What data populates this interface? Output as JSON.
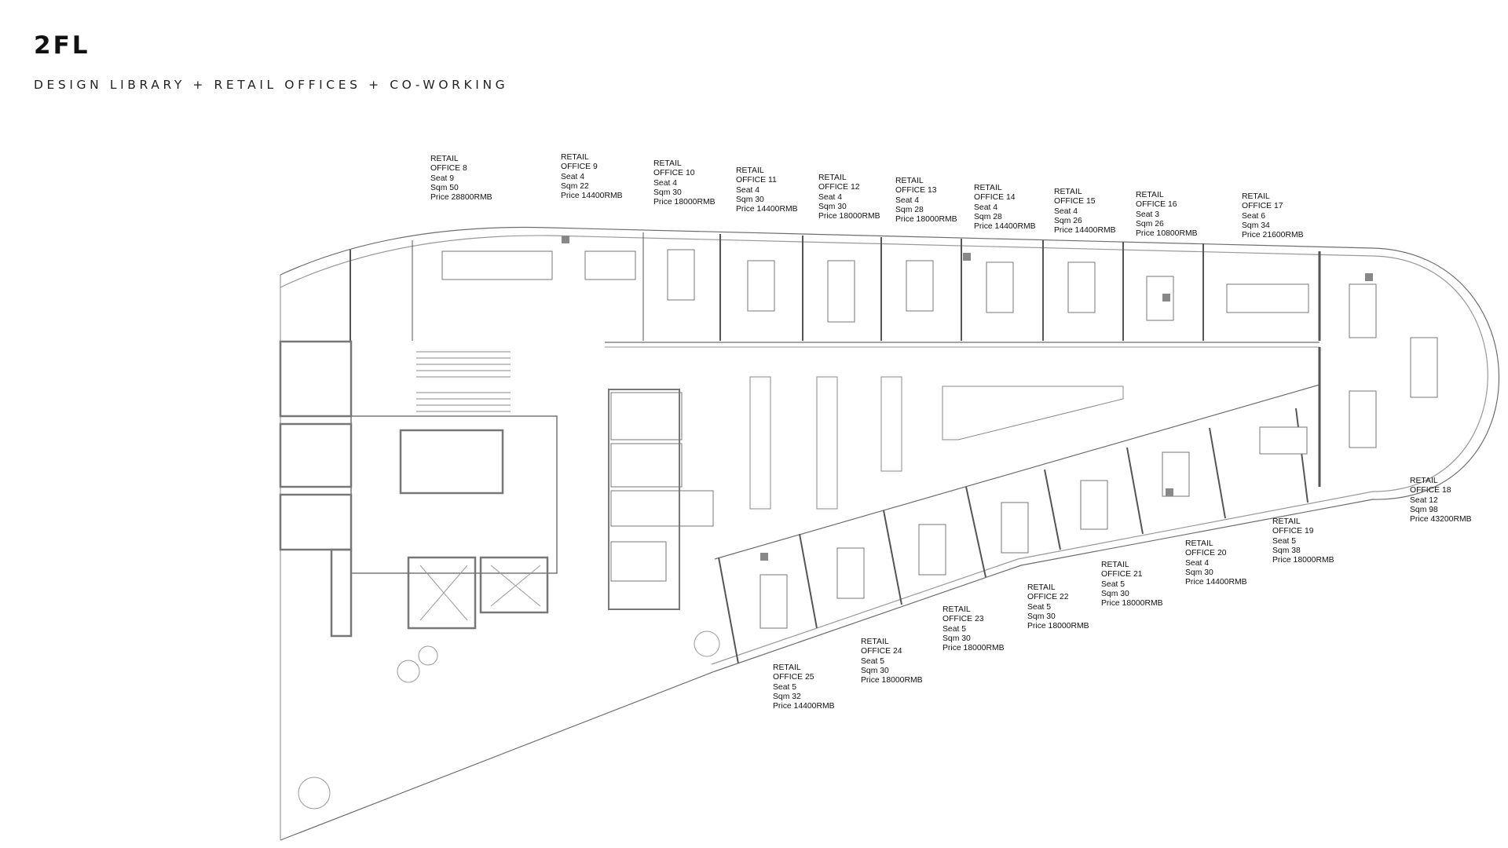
{
  "title": "2FL",
  "subtitle": "DESIGN LIBRARY + RETAIL OFFICES + CO-WORKING",
  "offices": [
    {
      "l1": "RETAIL",
      "l2": "OFFICE 8",
      "seat": "Seat 9",
      "sqm": "Sqm 50",
      "price": "Price 28800RMB"
    },
    {
      "l1": "RETAIL",
      "l2": "OFFICE 9",
      "seat": "Seat 4",
      "sqm": "Sqm 22",
      "price": "Price 14400RMB"
    },
    {
      "l1": "RETAIL",
      "l2": "OFFICE 10",
      "seat": "Seat 4",
      "sqm": "Sqm 30",
      "price": "Price 18000RMB"
    },
    {
      "l1": "RETAIL",
      "l2": "OFFICE 11",
      "seat": "Seat 4",
      "sqm": "Sqm 30",
      "price": "Price 14400RMB"
    },
    {
      "l1": "RETAIL",
      "l2": "OFFICE 12",
      "seat": "Seat 4",
      "sqm": "Sqm 30",
      "price": "Price 18000RMB"
    },
    {
      "l1": "RETAIL",
      "l2": "OFFICE 13",
      "seat": "Seat 4",
      "sqm": "Sqm 28",
      "price": "Price 18000RMB"
    },
    {
      "l1": "RETAIL",
      "l2": "OFFICE 14",
      "seat": "Seat 4",
      "sqm": "Sqm 28",
      "price": "Price 14400RMB"
    },
    {
      "l1": "RETAIL",
      "l2": "OFFICE 15",
      "seat": "Seat 4",
      "sqm": "Sqm 26",
      "price": "Price 14400RMB"
    },
    {
      "l1": "RETAIL",
      "l2": "OFFICE 16",
      "seat": "Seat 3",
      "sqm": "Sqm 26",
      "price": "Price 10800RMB"
    },
    {
      "l1": "RETAIL",
      "l2": "OFFICE 17",
      "seat": "Seat 6",
      "sqm": "Sqm 34",
      "price": "Price 21600RMB"
    },
    {
      "l1": "RETAIL",
      "l2": "OFFICE 18",
      "seat": "Seat 12",
      "sqm": "Sqm 98",
      "price": "Price 43200RMB"
    },
    {
      "l1": "RETAIL",
      "l2": "OFFICE 19",
      "seat": "Seat 5",
      "sqm": "Sqm 38",
      "price": "Price 18000RMB"
    },
    {
      "l1": "RETAIL",
      "l2": "OFFICE 20",
      "seat": "Seat 4",
      "sqm": "Sqm 30",
      "price": "Price 14400RMB"
    },
    {
      "l1": "RETAIL",
      "l2": "OFFICE 21",
      "seat": "Seat 5",
      "sqm": "Sqm 30",
      "price": "Price 18000RMB"
    },
    {
      "l1": "RETAIL",
      "l2": "OFFICE 22",
      "seat": "Seat 5",
      "sqm": "Sqm 30",
      "price": "Price 18000RMB"
    },
    {
      "l1": "RETAIL",
      "l2": "OFFICE 23",
      "seat": "Seat 5",
      "sqm": "Sqm 30",
      "price": "Price 18000RMB"
    },
    {
      "l1": "RETAIL",
      "l2": "OFFICE 24",
      "seat": "Seat 5",
      "sqm": "Sqm 30",
      "price": "Price 18000RMB"
    },
    {
      "l1": "RETAIL",
      "l2": "OFFICE 25",
      "seat": "Seat 5",
      "sqm": "Sqm 32",
      "price": "Price 14400RMB"
    }
  ]
}
